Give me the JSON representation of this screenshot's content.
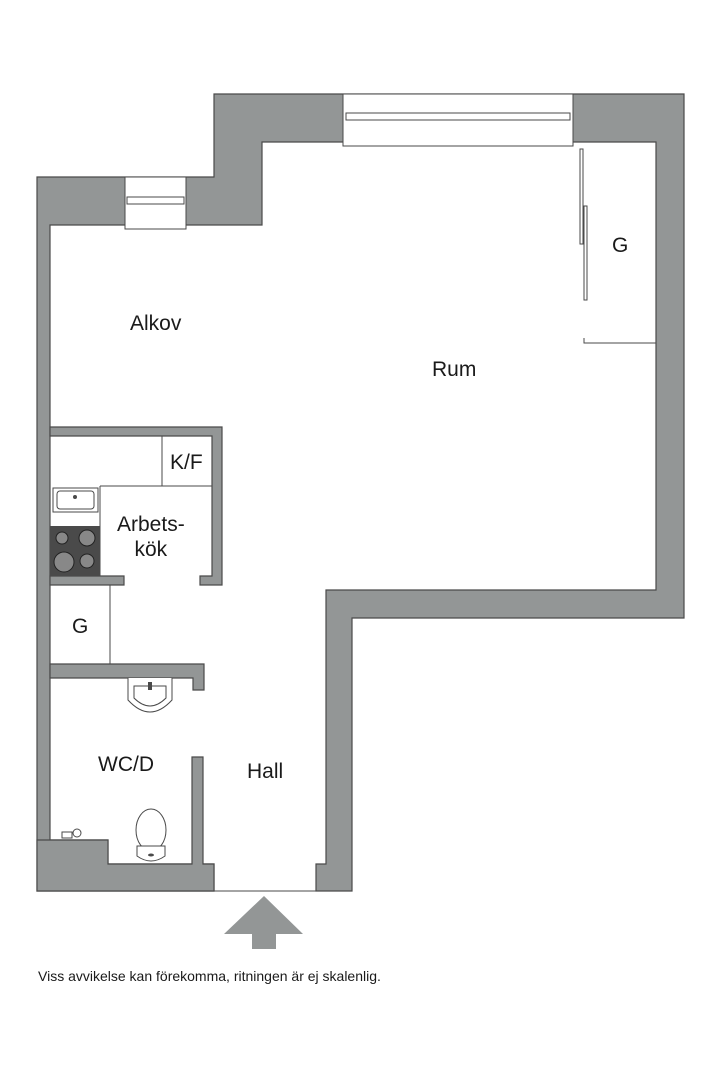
{
  "plan": {
    "rooms": {
      "alkov": "Alkov",
      "rum": "Rum",
      "closet_rum": "G",
      "kf": "K/F",
      "kitchen_line1": "Arbets-",
      "kitchen_line2": "kök",
      "closet_hall": "G",
      "wc": "WC/D",
      "hall": "Hall"
    },
    "entrance_icon": "entrance-arrow-icon",
    "colors": {
      "wall_fill": "#939696",
      "wall_stroke": "#4a4a4a",
      "background": "#ffffff"
    }
  },
  "footer": {
    "disclaimer": "Viss avvikelse kan förekomma, ritningen är ej skalenlig."
  }
}
